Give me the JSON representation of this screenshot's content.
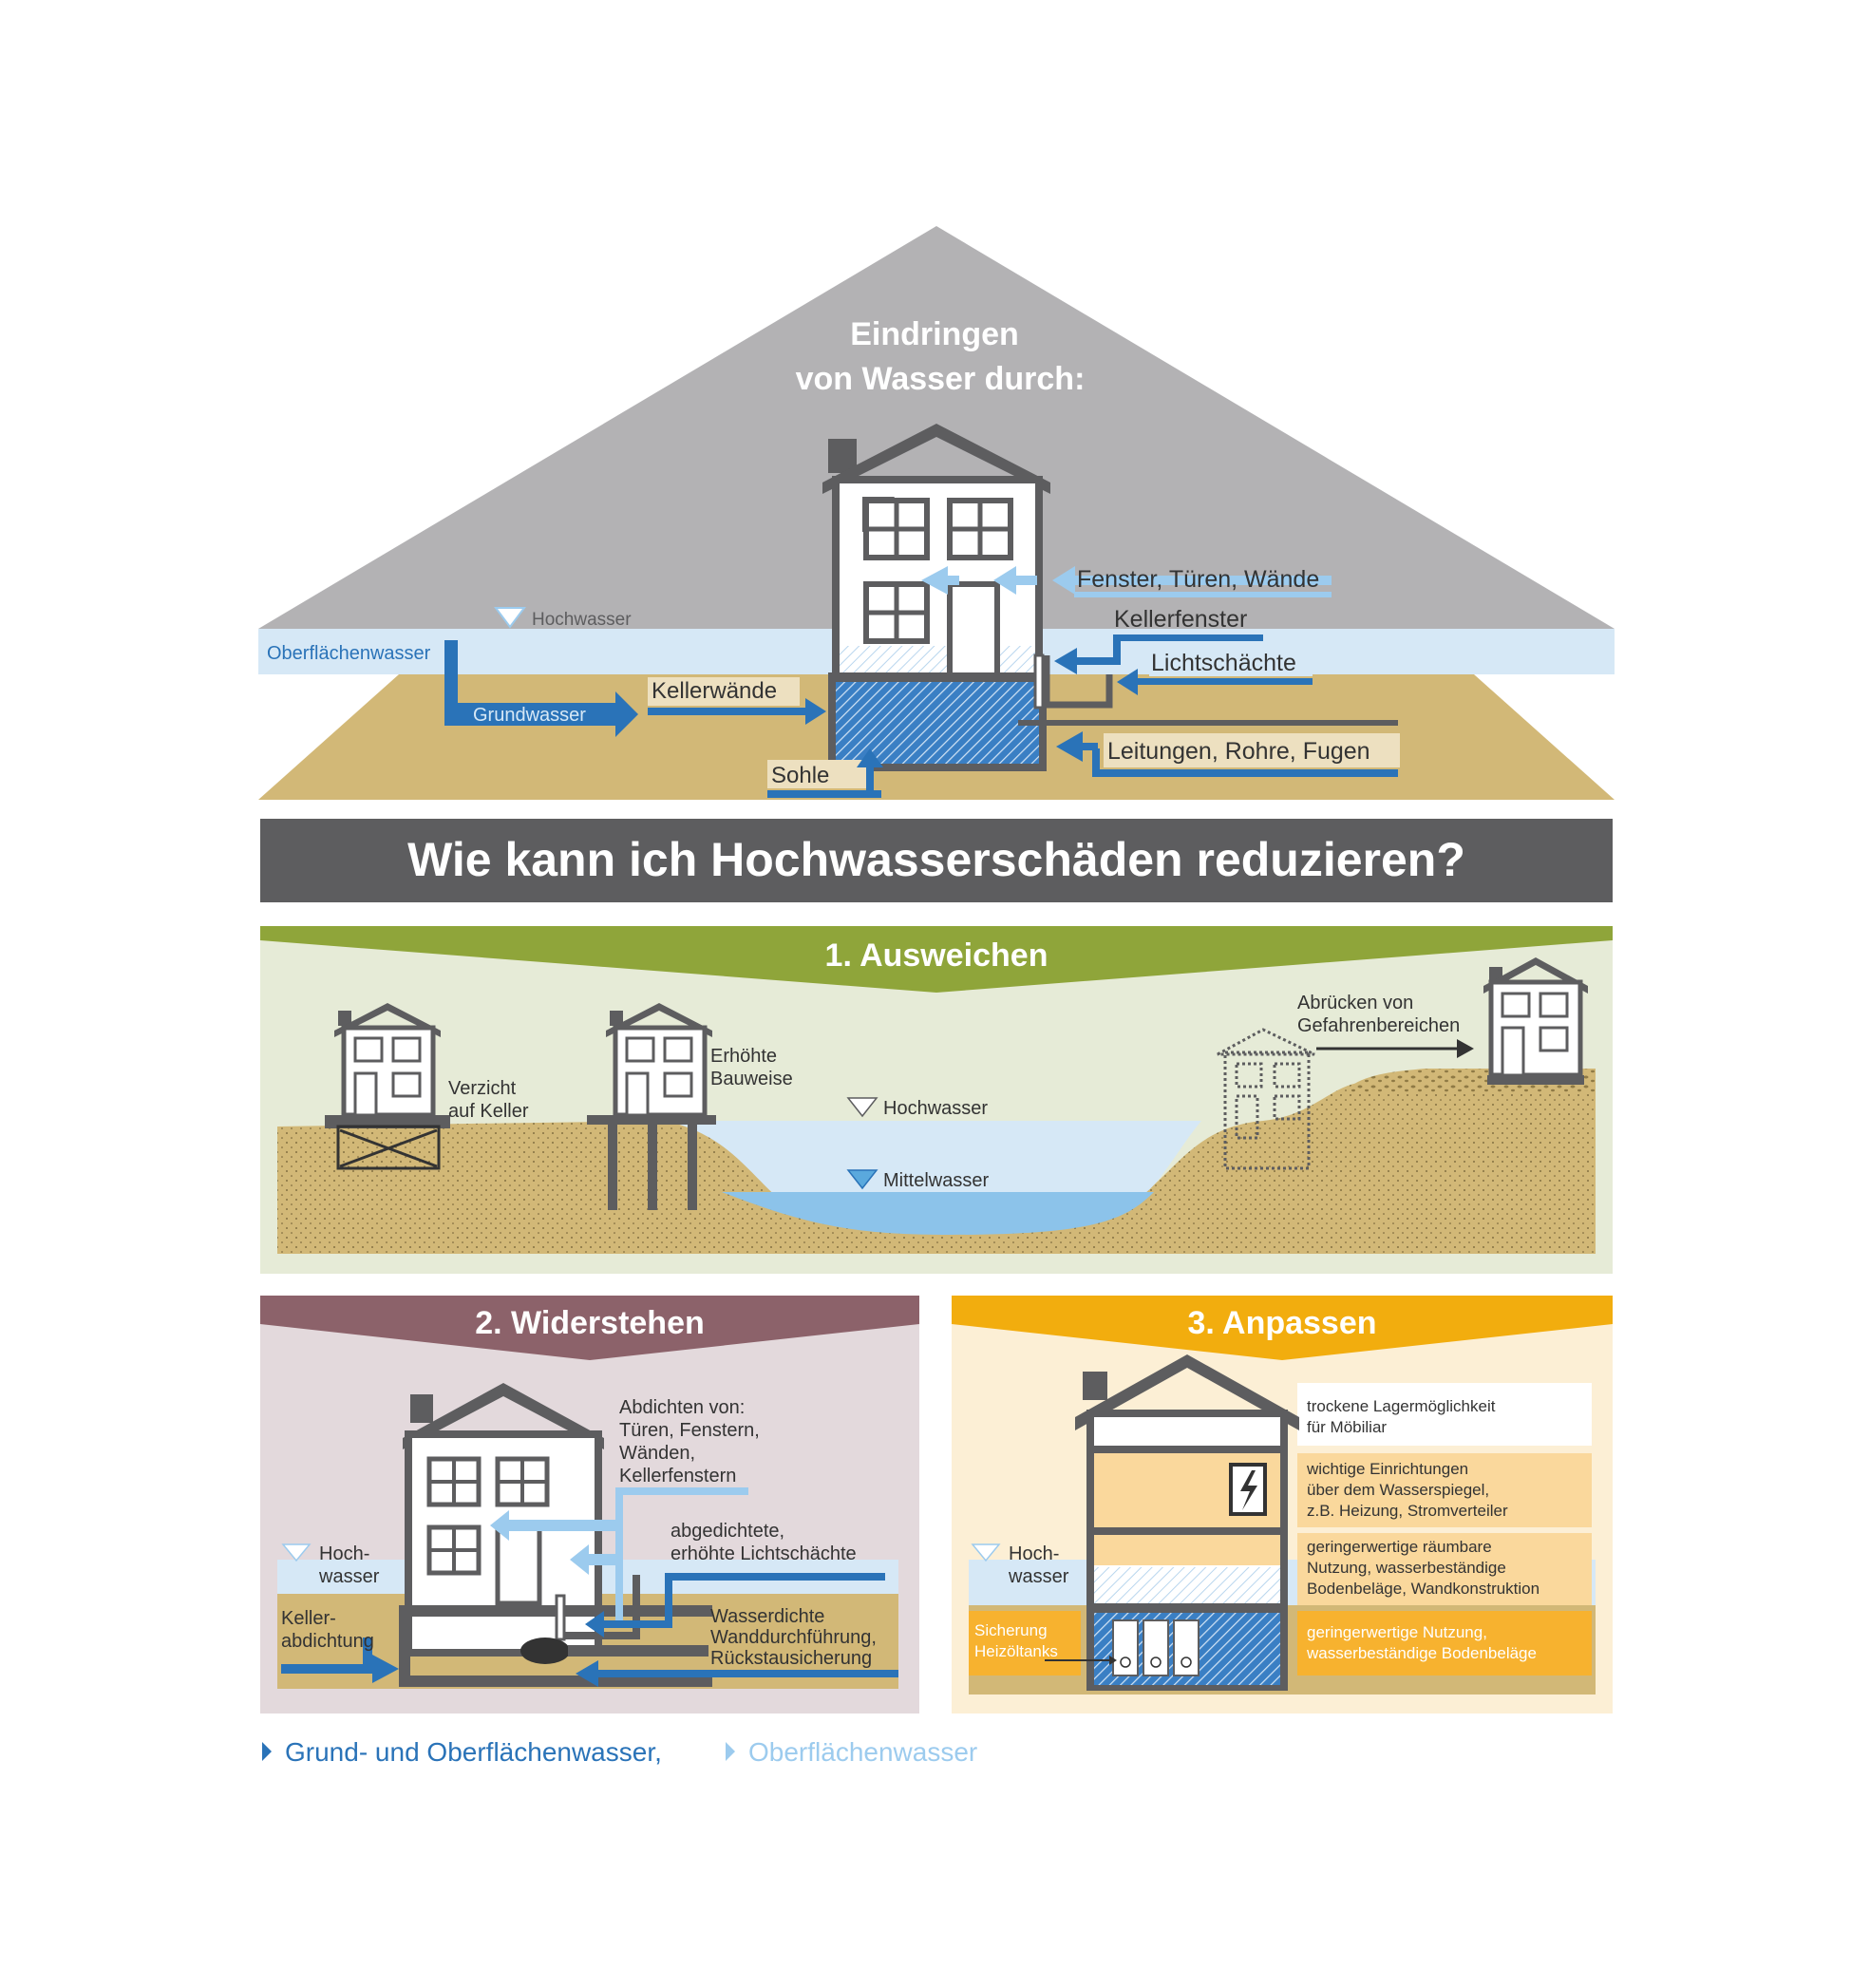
{
  "top": {
    "title_line1": "Eindringen",
    "title_line2": "von Wasser durch:",
    "hochwasser": "Hochwasser",
    "oberflaechenwasser": "Oberflächenwasser",
    "grundwasser": "Grundwasser",
    "kellerwaende": "Kellerwände",
    "sohle": "Sohle",
    "fenster": "Fenster, Türen, Wände",
    "kellerfenster": "Kellerfenster",
    "lichtschaechte": "Lichtschächte",
    "leitungen": "Leitungen, Rohre, Fugen"
  },
  "banner": {
    "question": "Wie kann ich Hochwasserschäden reduzieren?"
  },
  "ausweichen": {
    "title": "1. Ausweichen",
    "verzicht_1": "Verzicht",
    "verzicht_2": "auf Keller",
    "erhoehte_1": "Erhöhte",
    "erhoehte_2": "Bauweise",
    "hochwasser": "Hochwasser",
    "mittelwasser": "Mittelwasser",
    "abruecken_1": "Abrücken von",
    "abruecken_2": "Gefahrenbereichen"
  },
  "widerstehen": {
    "title": "2. Widerstehen",
    "abdichten_1": "Abdichten von:",
    "abdichten_2": "Türen, Fenstern,",
    "abdichten_3": "Wänden,",
    "abdichten_4": "Kellerfenstern",
    "licht_1": "abgedichtete,",
    "licht_2": "erhöhte Lichtschächte",
    "hoch_1": "Hoch-",
    "hoch_2": "wasser",
    "keller_1": "Keller-",
    "keller_2": "abdichtung",
    "wand_1": "Wasserdichte",
    "wand_2": "Wanddurchführung,",
    "wand_3": "Rückstausicherung"
  },
  "anpassen": {
    "title": "3. Anpassen",
    "hoch_1": "Hoch-",
    "hoch_2": "wasser",
    "row1_1": "trockene Lagermöglichkeit",
    "row1_2": "für Möbiliar",
    "row2_1": "wichtige Einrichtungen",
    "row2_2": "über dem Wasserspiegel,",
    "row2_3": "z.B. Heizung, Stromverteiler",
    "row3_1": "geringerwertige räumbare",
    "row3_2": "Nutzung, wasserbeständige",
    "row3_3": "Bodenbeläge, Wandkonstruktion",
    "row4_1": "geringerwertige Nutzung,",
    "row4_2": "wasserbeständige Bodenbeläge",
    "sicherung_1": "Sicherung",
    "sicherung_2": "Heizöltanks"
  },
  "legend": {
    "item1": "Grund- und Oberflächenwasser,",
    "item2": "Oberflächenwasser"
  },
  "colors": {
    "gray_roof": "#b3b2b4",
    "dark": "#5d5d5f",
    "ground": "#d2b877",
    "water_light": "#d6e8f6",
    "blue_dark": "#2a73b8",
    "blue_light": "#9ccbee",
    "green": "#8fa53a",
    "green_bg": "#e6ebd7",
    "mauve": "#8c626a",
    "mauve_bg": "#e3d9dc",
    "orange": "#f2ad0e",
    "orange_bg": "#fcefd5"
  }
}
